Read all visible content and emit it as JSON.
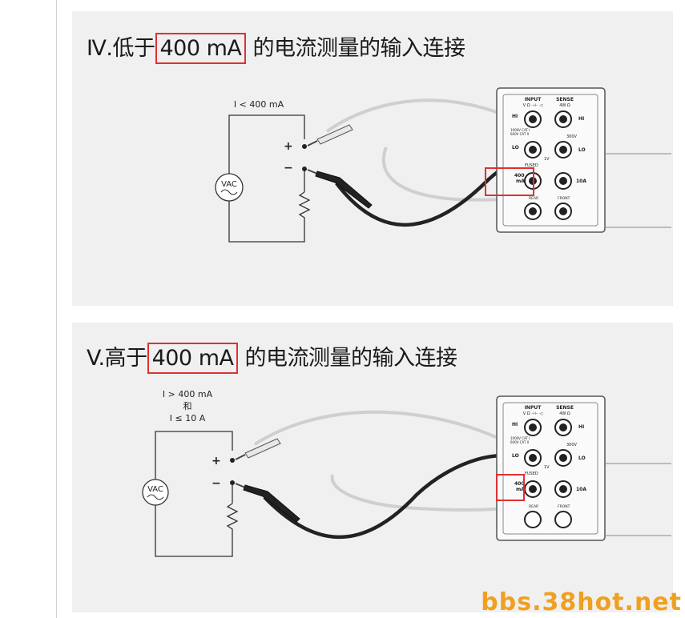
{
  "sections": [
    {
      "title_prefix": "Ⅳ.低于",
      "title_highlight": "400 mA",
      "title_suffix": " 的电流测量的输入连接",
      "current_label_lines": [
        "I < 400 mA"
      ],
      "source_label": "VAC",
      "plus": "+",
      "minus": "−",
      "meter": {
        "input": "INPUT",
        "input_sub": "V Ω ⊣⊢ ◁",
        "sense": "SENSE",
        "sense_sub": "4W Ω",
        "hi": "HI",
        "lo": "LO",
        "v300": "300V",
        "v1": "1V",
        "fused": "FUSED",
        "ma400_top": "400",
        "ma400_bot": "mA",
        "a10": "10A",
        "rear": "REAR",
        "front": "FRONT",
        "cat1": "1000V CAT I",
        "cat2": "600V CAT II"
      }
    },
    {
      "title_prefix": "V.高于",
      "title_highlight": "400 mA",
      "title_suffix": " 的电流测量的输入连接",
      "current_label_lines": [
        "I > 400 mA",
        "和",
        "I ≤ 10 A"
      ],
      "source_label": "VAC",
      "plus": "+",
      "minus": "−",
      "meter": {
        "input": "INPUT",
        "input_sub": "V Ω ⊣⊢ ◁",
        "sense": "SENSE",
        "sense_sub": "4W Ω",
        "hi": "HI",
        "lo": "LO",
        "v300": "300V",
        "v1": "1V",
        "fused": "FUSED",
        "ma400_top": "400",
        "ma400_bot": "mA",
        "a10": "10A",
        "rear": "REAR",
        "front": "FRONT",
        "cat1": "1000V CAT I",
        "cat2": "600V CAT II"
      }
    }
  ],
  "watermark": "bbs.38hot.net",
  "colors": {
    "highlight": "#e03030",
    "panel": "#f0f0f0",
    "watermark": "#f0a020"
  }
}
